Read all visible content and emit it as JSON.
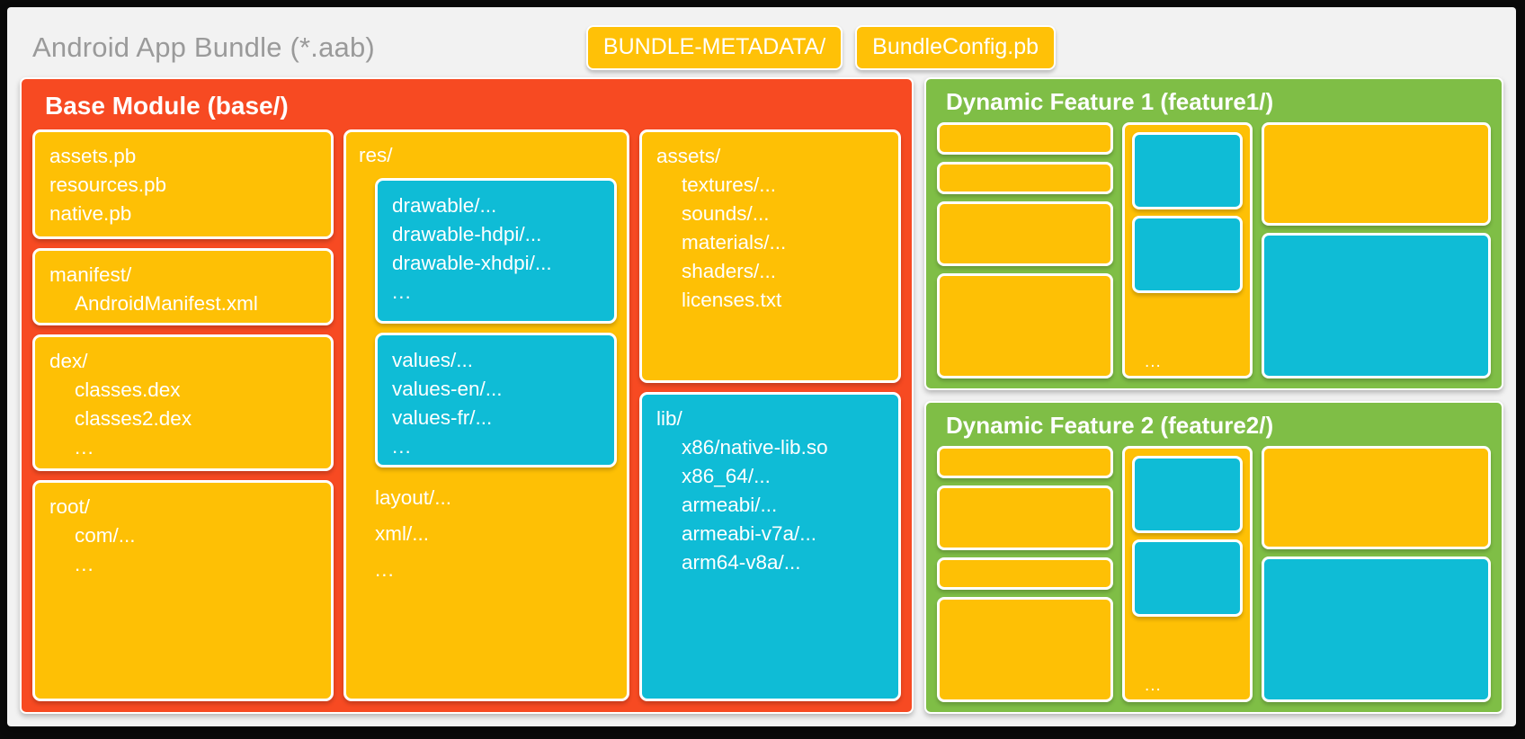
{
  "header": {
    "title": "Android App Bundle (*.aab)",
    "pills": [
      {
        "label": "BUNDLE-METADATA/"
      },
      {
        "label": "BundleConfig.pb"
      }
    ]
  },
  "base_module": {
    "title": "Base Module (base/)",
    "color": "#f74a22",
    "column_a": {
      "protos_card": {
        "lines": [
          "assets.pb",
          "resources.pb",
          "native.pb"
        ]
      },
      "manifest_card": {
        "line1": "manifest/",
        "line2": "AndroidManifest.xml"
      },
      "dex_card": {
        "line1": "dex/",
        "line2": "classes.dex",
        "line3": "classes2.dex",
        "line4": "..."
      },
      "root_card": {
        "line1": "root/",
        "line2": "com/...",
        "line3": "..."
      }
    },
    "column_b": {
      "res_card": {
        "label": "res/",
        "drawable_card": {
          "line1": "drawable/...",
          "line2": "drawable-hdpi/...",
          "line3": "drawable-xhdpi/...",
          "line4": "..."
        },
        "values_card": {
          "line1": "values/...",
          "line2": "values-en/...",
          "line3": "values-fr/...",
          "line4": "..."
        },
        "tail1": "layout/...",
        "tail2": "xml/...",
        "tail3": "..."
      }
    },
    "column_c": {
      "assets_card": {
        "line1": "assets/",
        "line2": "textures/...",
        "line3": "sounds/...",
        "line4": "materials/...",
        "line5": "shaders/...",
        "line6": "licenses.txt"
      },
      "lib_card": {
        "line1": "lib/",
        "line2": "x86/native-lib.so",
        "line3": "x86_64/...",
        "line4": "armeabi/...",
        "line5": "armeabi-v7a/...",
        "line6": "arm64-v8a/..."
      }
    }
  },
  "features": [
    {
      "title": "Dynamic Feature 1 (feature1/)",
      "color": "#7fbe46",
      "middle_dots": "..."
    },
    {
      "title": "Dynamic Feature 2 (feature2/)",
      "color": "#7fbe46",
      "middle_dots": "..."
    }
  ],
  "palette": {
    "yellow": "#fec005",
    "cyan": "#0fbcd6",
    "orange": "#f74a22",
    "green": "#7fbe46",
    "page_bg": "#f2f2f2",
    "title_gray": "#9a9a9a"
  }
}
